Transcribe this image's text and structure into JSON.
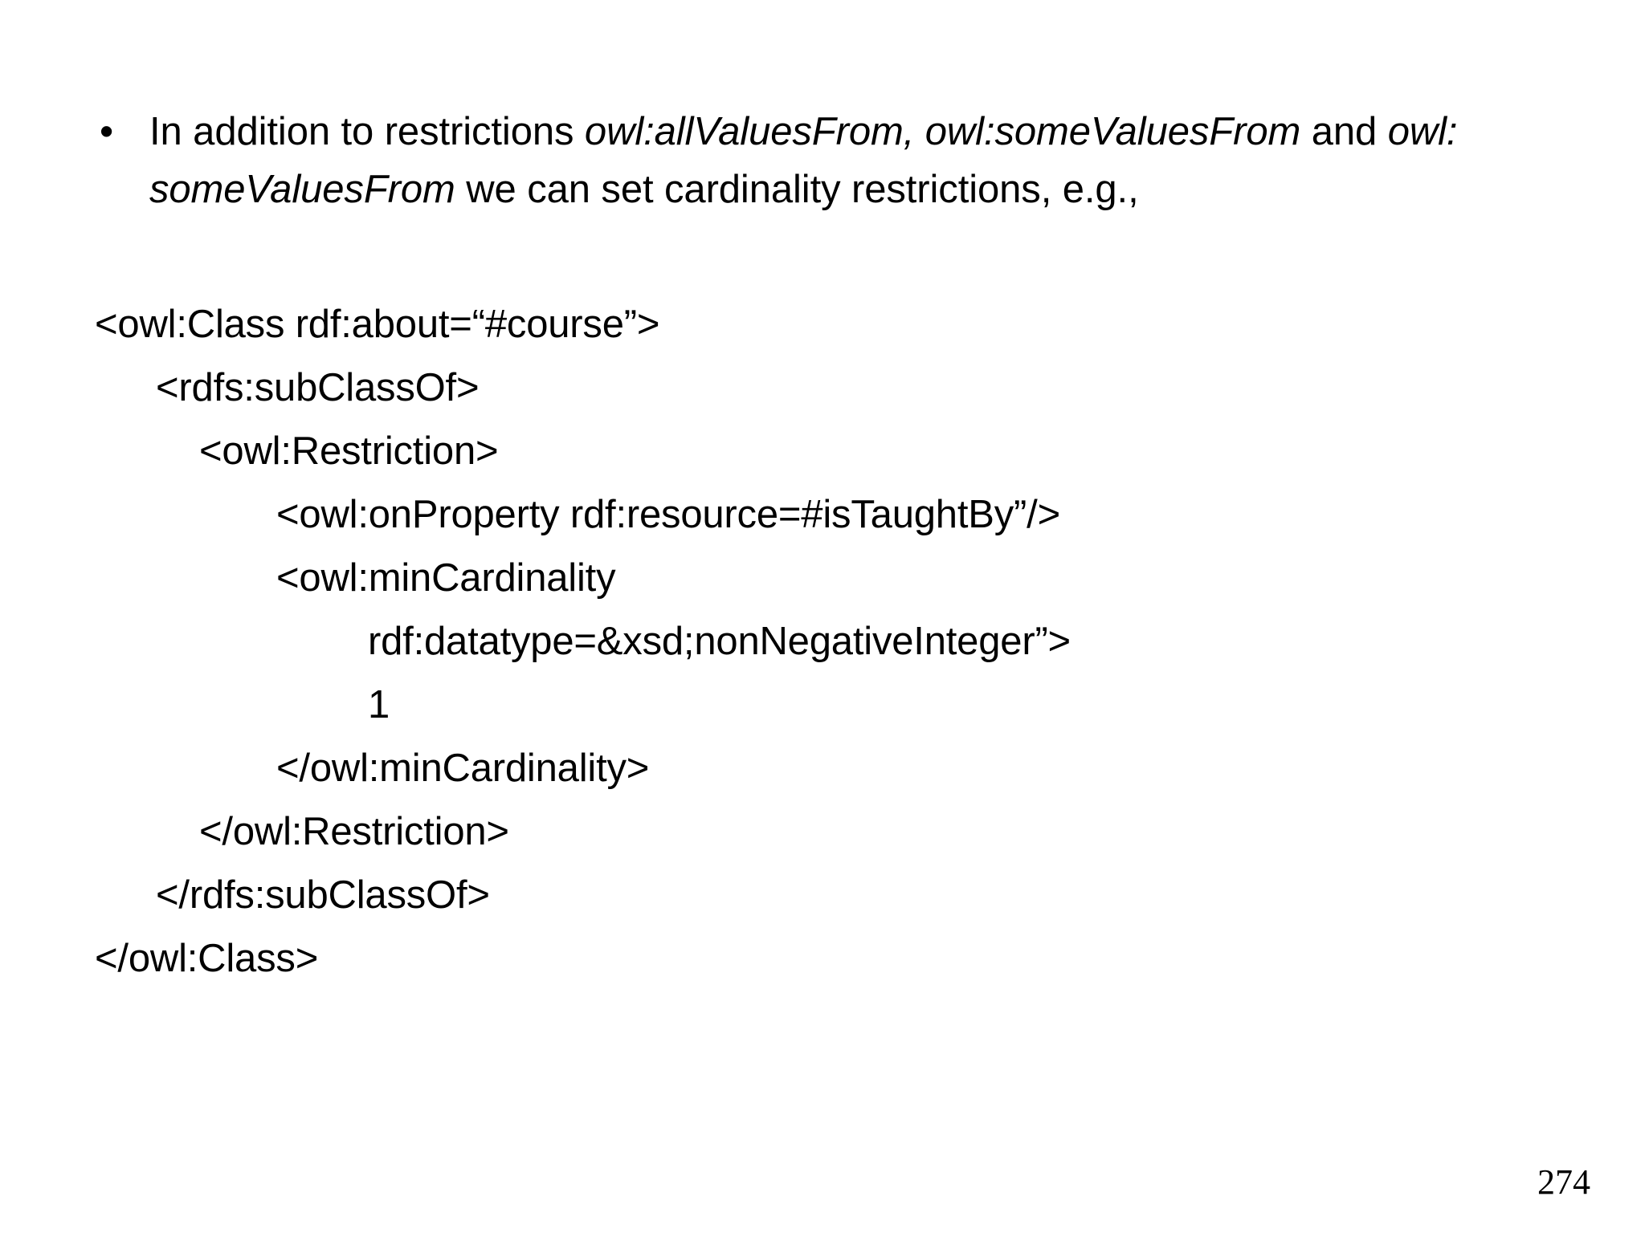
{
  "slide": {
    "background_color": "#ffffff",
    "text_color": "#000000",
    "page_number": "274"
  },
  "bullet": {
    "marker": "•",
    "segments": [
      {
        "text": "In addition to restrictions ",
        "italic": false
      },
      {
        "text": "owl:allValuesFrom, owl:someValuesFrom",
        "italic": true
      },
      {
        "text": " and ",
        "italic": false
      },
      {
        "text": "owl: someValuesFrom",
        "italic": true
      },
      {
        "text": " we can set cardinality restrictions, e.g.,",
        "italic": false
      }
    ],
    "plain_text": "In addition to restrictions owl:allValuesFrom, owl:someValuesFrom and owl: someValuesFrom we can set cardinality restrictions, e.g.,"
  },
  "code": {
    "language": "owl-xml",
    "lines": [
      {
        "indent": 0,
        "text": "<owl:Class rdf:about=“#course”>"
      },
      {
        "indent": 1,
        "text": "<rdfs:subClassOf>"
      },
      {
        "indent": 2,
        "text": "<owl:Restriction>"
      },
      {
        "indent": 3,
        "text": "<owl:onProperty rdf:resource=#isTaughtBy”/>"
      },
      {
        "indent": 3,
        "text": "<owl:minCardinality"
      },
      {
        "indent": 4,
        "text": "rdf:datatype=&xsd;nonNegativeInteger”>"
      },
      {
        "indent": 4,
        "text": "1"
      },
      {
        "indent": 3,
        "text": "</owl:minCardinality>"
      },
      {
        "indent": 2,
        "text": "</owl:Restriction>"
      },
      {
        "indent": 1,
        "text": "</rdfs:subClassOf>"
      },
      {
        "indent": 0,
        "text": "</owl:Class>"
      }
    ]
  }
}
